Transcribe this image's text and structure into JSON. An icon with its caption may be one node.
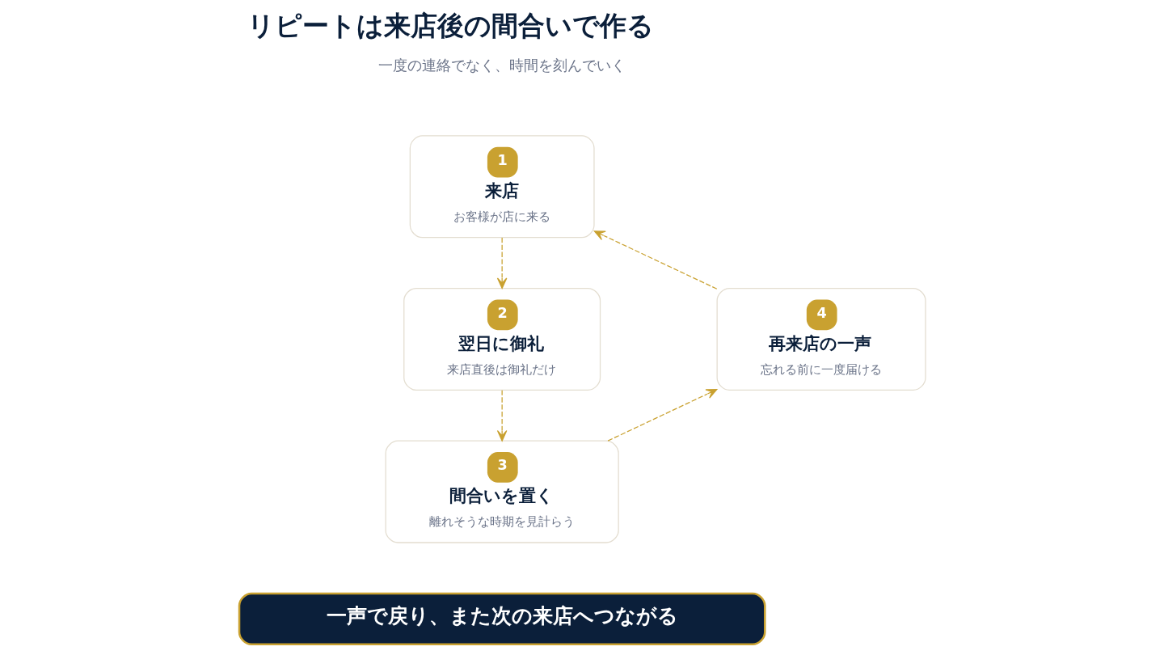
{
  "diagram": {
    "title": "リピートは来店後の間合いで作る",
    "nodes": [
      {
        "text": [
          "1",
          "来店",
          "お客様が店に来る"
        ]
      },
      {
        "text": [
          "2",
          "翌日に御礼",
          "来店直後は御礼だけ"
        ]
      },
      {
        "text": [
          "3",
          "間合いを置く",
          "離れそうな時期を見計らう"
        ]
      },
      {
        "text": [
          "4",
          "再来店の一声",
          "忘れる前に一度届ける"
        ]
      },
      {
        "text": [
          "一声で戻り、また次の来店へつながる"
        ]
      }
    ],
    "edges": [
      {
        "from": 0,
        "to": 1,
        "arrow": "to",
        "style": "dashed"
      },
      {
        "from": 1,
        "to": 2,
        "arrow": "to",
        "style": "dashed"
      },
      {
        "from": 2,
        "to": 3,
        "arrow": "to",
        "style": "dashed"
      },
      {
        "from": 3,
        "to": 0,
        "arrow": "to",
        "style": "dashed"
      }
    ],
    "labels": [
      "一度の連絡でなく、時間を刻んでいく"
    ]
  }
}
